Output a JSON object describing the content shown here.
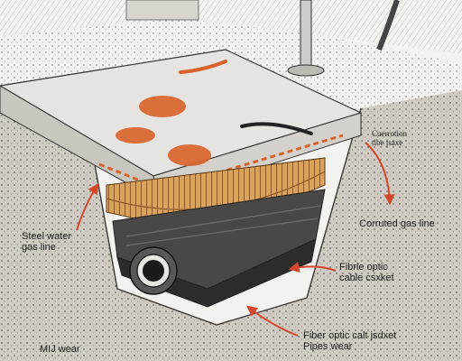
{
  "labels": {
    "corrugation_top_line1": "Cuerrotion",
    "corrugation_top_line2": "tibe jsaxe",
    "steel_line1": "Steel water",
    "steel_line2": "gas line",
    "corrugated_gas": "Corruted gas line",
    "fiber_line1": "Fibrle optic",
    "fiber_line2": "cable csxket",
    "fiber_jacket": "Fiber optic calt jsdxet",
    "pipes_wear": "Pipes wear",
    "mij_wear": "MIJ wear"
  },
  "colors": {
    "rust": "#d9622a",
    "arrow": "#d4472a",
    "slab": "#e6e4e0",
    "corrugated": "#d9a35c",
    "soil": "#cfcac2",
    "ink": "#222222"
  },
  "icons": {
    "pointer": "orange-arrow-icon"
  }
}
